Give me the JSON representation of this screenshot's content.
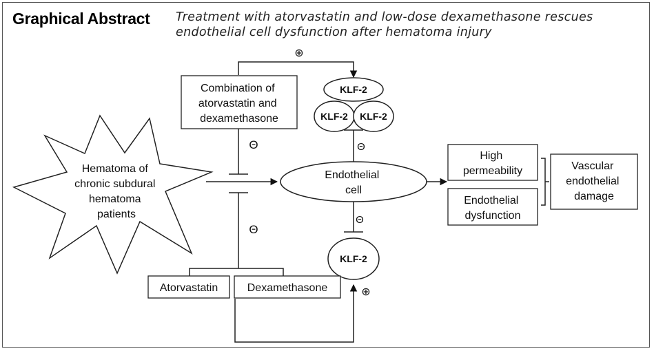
{
  "header": {
    "label": "Graphical Abstract",
    "title_line1": "Treatment with atorvastatin and low-dose dexamethasone rescues",
    "title_line2": "endothelial cell dysfunction after hematoma injury"
  },
  "nodes": {
    "hematoma": [
      "Hematoma of",
      "chronic subdural",
      "hematoma",
      "patients"
    ],
    "combination": [
      "Combination of",
      "atorvastatin and",
      "dexamethasone"
    ],
    "endothelial_cell": [
      "Endothelial",
      "cell"
    ],
    "klf2": "KLF-2",
    "atorvastatin": "Atorvastatin",
    "dexamethasone": "Dexamethasone",
    "high_permeability": [
      "High",
      "permeability"
    ],
    "endothelial_dysfunction": [
      "Endothelial",
      "dysfunction"
    ],
    "vascular_damage": [
      "Vascular",
      "endothelial",
      "damage"
    ]
  },
  "symbols": {
    "plus": "⊕",
    "minus": "Θ"
  }
}
